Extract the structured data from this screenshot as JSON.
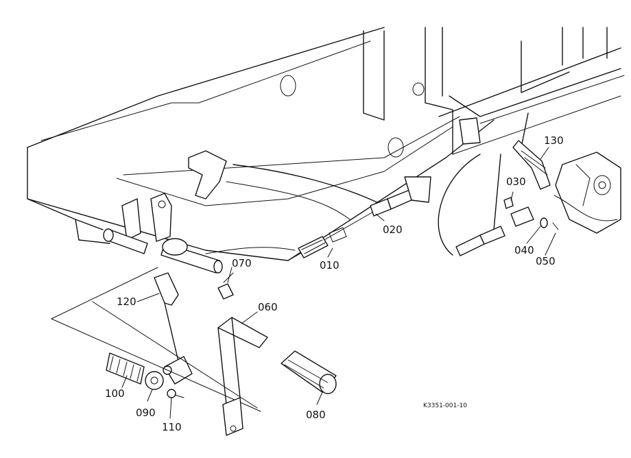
{
  "parts": {
    "p010": "010",
    "p020": "020",
    "p030": "030",
    "p040": "040",
    "p050": "050",
    "p060": "060",
    "p070": "070",
    "p080": "080",
    "p090": "090",
    "p100": "100",
    "p110": "110",
    "p120": "120",
    "p130": "130"
  },
  "drawing_ref": "K3351-001-10"
}
